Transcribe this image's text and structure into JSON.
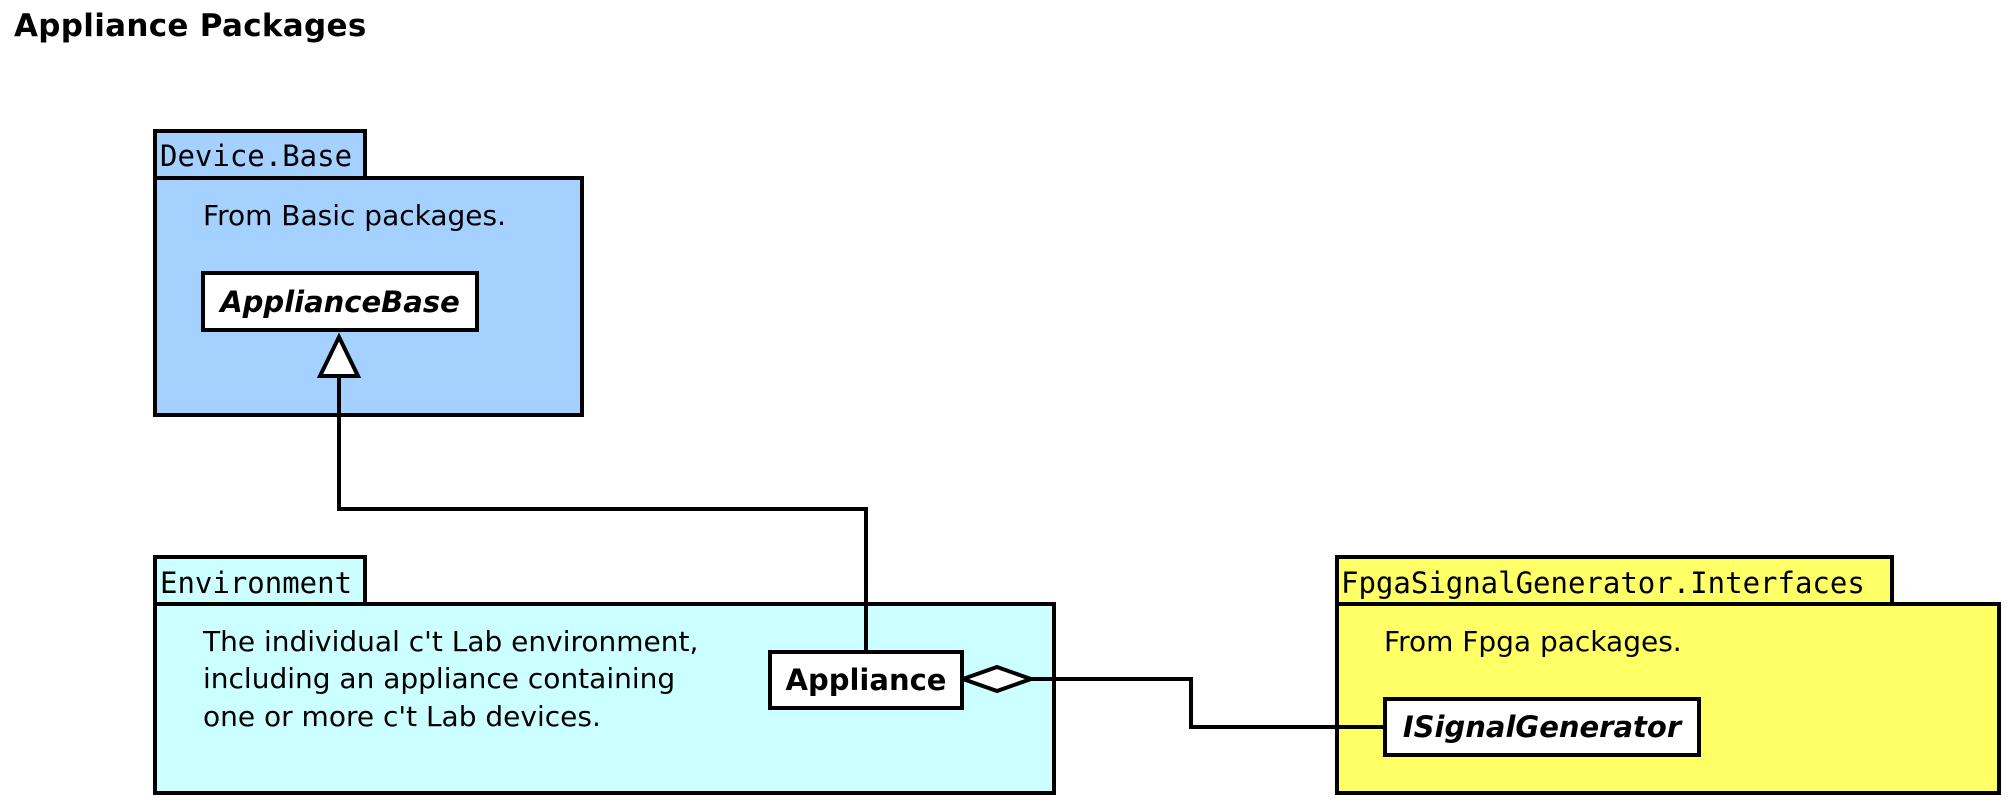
{
  "title": "Appliance Packages",
  "colors": {
    "device_base_fill": "#a4d1ff",
    "environment_fill": "#ccffff",
    "fpga_fill": "#ffff66",
    "class_fill": "#ffffff",
    "stroke": "#000000"
  },
  "packages": {
    "device_base": {
      "name": "Device.Base",
      "note": "From Basic packages."
    },
    "environment": {
      "name": "Environment",
      "note_lines": [
        "The individual c't Lab environment,",
        "including an appliance containing",
        "one or more c't Lab devices."
      ]
    },
    "fpga_interfaces": {
      "name": "FpgaSignalGenerator.Interfaces",
      "note": "From Fpga packages."
    }
  },
  "classes": {
    "appliance_base": {
      "name": "ApplianceBase",
      "abstract": true
    },
    "appliance": {
      "name": "Appliance",
      "abstract": false
    },
    "isignal_generator": {
      "name": "ISignalGenerator",
      "abstract": true
    }
  },
  "relations": [
    {
      "type": "generalization",
      "from": "Appliance",
      "to": "ApplianceBase"
    },
    {
      "type": "aggregation",
      "whole": "Appliance",
      "part": "ISignalGenerator"
    }
  ]
}
